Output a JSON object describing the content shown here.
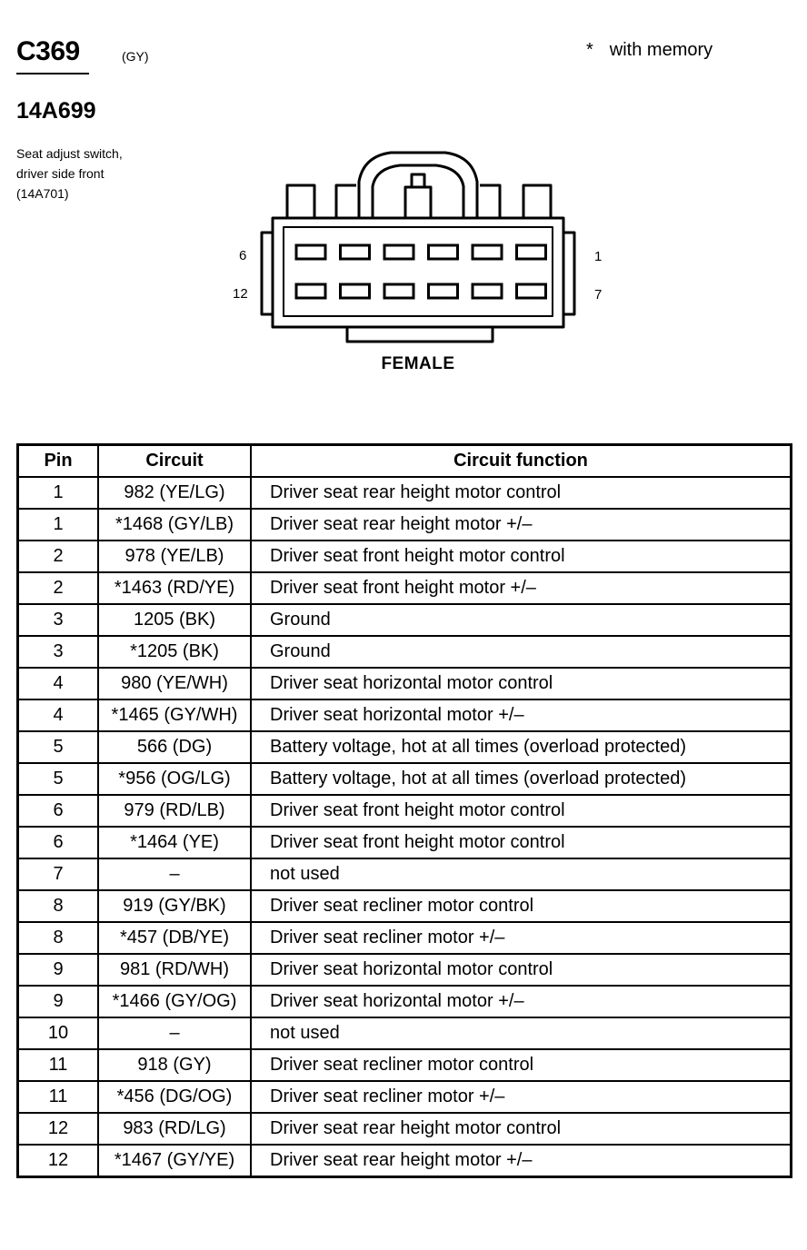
{
  "header": {
    "connector_id": "C369",
    "connector_color": "(GY)",
    "memory_star": "*",
    "memory_note": "with memory",
    "part_number": "14A699",
    "description_lines": [
      "Seat adjust switch,",
      "driver side front",
      "(14A701)"
    ]
  },
  "diagram": {
    "label_top_left": "6",
    "label_bottom_left": "12",
    "label_top_right": "1",
    "label_bottom_right": "7",
    "gender": "FEMALE",
    "cavity_rows": 2,
    "cavities_per_row": 6
  },
  "table": {
    "headers": {
      "pin": "Pin",
      "circuit": "Circuit",
      "function": "Circuit function"
    },
    "rows": [
      {
        "pin": "1",
        "circuit": "982 (YE/LG)",
        "function": "Driver seat rear height motor  control"
      },
      {
        "pin": "1",
        "circuit": "*1468 (GY/LB)",
        "function": "Driver seat rear height motor  +/–"
      },
      {
        "pin": "2",
        "circuit": "978 (YE/LB)",
        "function": "Driver seat front height motor  control"
      },
      {
        "pin": "2",
        "circuit": "*1463 (RD/YE)",
        "function": "Driver seat front height motor  +/–"
      },
      {
        "pin": "3",
        "circuit": "1205 (BK)",
        "function": "Ground"
      },
      {
        "pin": "3",
        "circuit": "*1205 (BK)",
        "function": "Ground"
      },
      {
        "pin": "4",
        "circuit": "980 (YE/WH)",
        "function": "Driver seat horizontal motor  control"
      },
      {
        "pin": "4",
        "circuit": "*1465 (GY/WH)",
        "function": "Driver seat horizontal motor  +/–"
      },
      {
        "pin": "5",
        "circuit": "566 (DG)",
        "function": "Battery voltage, hot at all times (overload protected)"
      },
      {
        "pin": "5",
        "circuit": "*956 (OG/LG)",
        "function": "Battery voltage, hot at all times (overload protected)"
      },
      {
        "pin": "6",
        "circuit": "979 (RD/LB)",
        "function": "Driver seat front height motor  control"
      },
      {
        "pin": "6",
        "circuit": "*1464 (YE)",
        "function": "Driver seat front height motor  control"
      },
      {
        "pin": "7",
        "circuit": "–",
        "function": "not used"
      },
      {
        "pin": "8",
        "circuit": "919 (GY/BK)",
        "function": "Driver seat recliner motor  control"
      },
      {
        "pin": "8",
        "circuit": "*457 (DB/YE)",
        "function": "Driver seat recliner motor  +/–"
      },
      {
        "pin": "9",
        "circuit": "981 (RD/WH)",
        "function": "Driver seat horizontal motor  control"
      },
      {
        "pin": "9",
        "circuit": "*1466 (GY/OG)",
        "function": "Driver seat horizontal motor  +/–"
      },
      {
        "pin": "10",
        "circuit": "–",
        "function": "not used"
      },
      {
        "pin": "11",
        "circuit": "918 (GY)",
        "function": "Driver seat recliner motor  control"
      },
      {
        "pin": "11",
        "circuit": "*456 (DG/OG)",
        "function": "Driver seat recliner motor  +/–"
      },
      {
        "pin": "12",
        "circuit": "983 (RD/LG)",
        "function": "Driver seat rear height motor  control"
      },
      {
        "pin": "12",
        "circuit": "*1467 (GY/YE)",
        "function": "Driver seat rear height motor  +/–"
      }
    ]
  }
}
